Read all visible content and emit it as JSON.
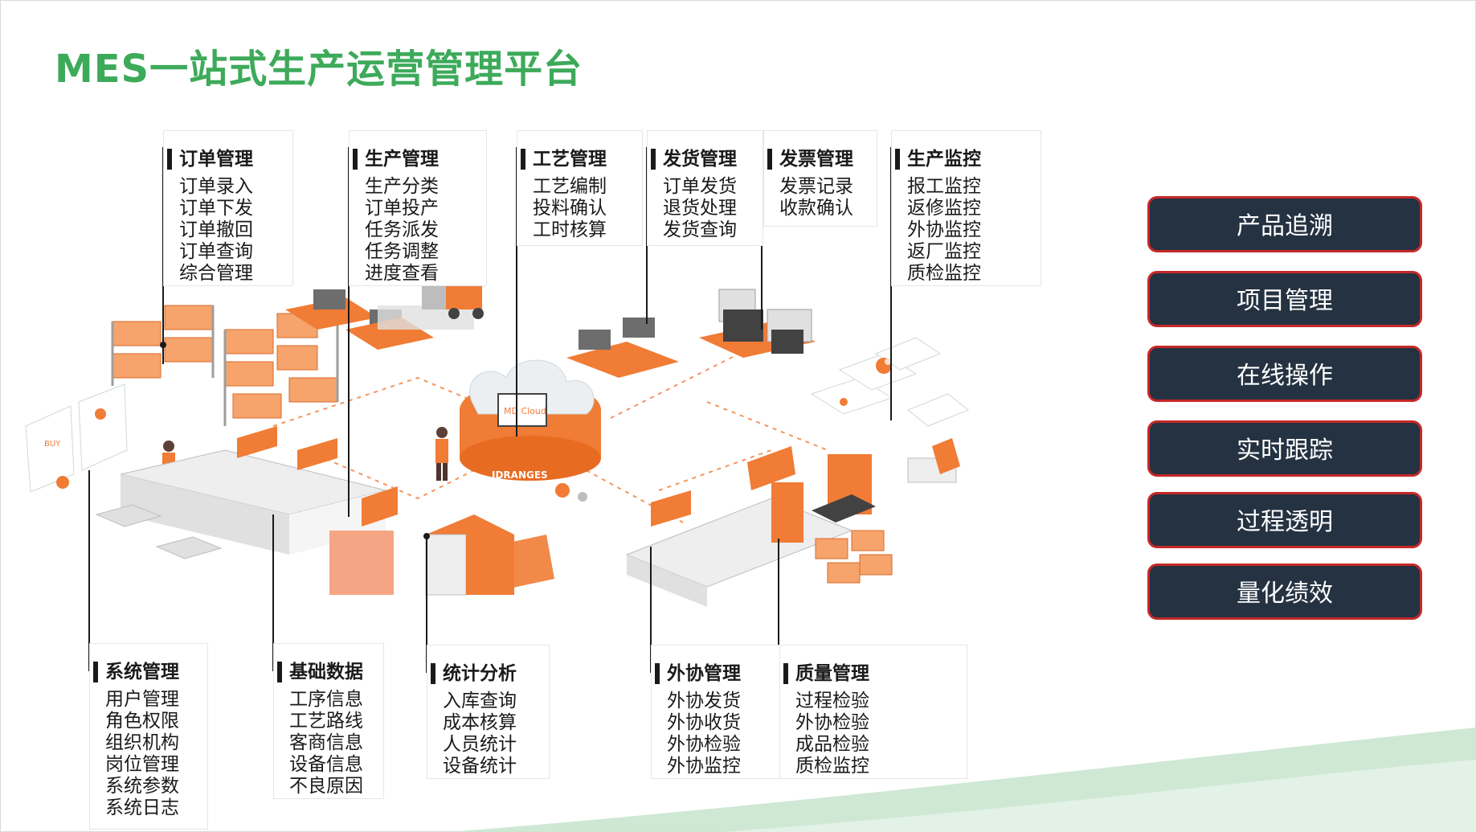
{
  "title": "MES一站式生产运营管理平台",
  "colors": {
    "title": "#3daa5a",
    "accent": "#f07c35",
    "button_bg": "#243241",
    "button_border": "#c62828"
  },
  "top_modules": [
    {
      "title": "订单管理",
      "items": [
        "订单录入",
        "订单下发",
        "订单撤回",
        "订单查询",
        "综合管理"
      ]
    },
    {
      "title": "生产管理",
      "items": [
        "生产分类",
        "订单投产",
        "任务派发",
        "任务调整",
        "进度查看"
      ]
    },
    {
      "title": "工艺管理",
      "items": [
        "工艺编制",
        "投料确认",
        "工时核算"
      ]
    },
    {
      "title": "发货管理",
      "items": [
        "订单发货",
        "退货处理",
        "发货查询"
      ]
    },
    {
      "title": "发票管理",
      "items": [
        "发票记录",
        "收款确认"
      ]
    },
    {
      "title": "生产监控",
      "items": [
        "报工监控",
        "返修监控",
        "外协监控",
        "返厂监控",
        "质检监控"
      ]
    }
  ],
  "bottom_modules": [
    {
      "title": "系统管理",
      "items": [
        "用户管理",
        "角色权限",
        "组织机构",
        "岗位管理",
        "系统参数",
        "系统日志"
      ]
    },
    {
      "title": "基础数据",
      "items": [
        "工序信息",
        "工艺路线",
        "客商信息",
        "设备信息",
        "不良原因"
      ]
    },
    {
      "title": "统计分析",
      "items": [
        "入库查询",
        "成本核算",
        "人员统计",
        "设备统计"
      ]
    },
    {
      "title": "外协管理",
      "items": [
        "外协发货",
        "外协收货",
        "外协检验",
        "外协监控"
      ]
    },
    {
      "title": "质量管理",
      "items": [
        "过程检验",
        "外协检验",
        "成品检验",
        "质检监控"
      ]
    }
  ],
  "features": [
    "产品追溯",
    "项目管理",
    "在线操作",
    "实时跟踪",
    "过程透明",
    "量化绩效"
  ],
  "illustration": {
    "cloud_label": "MD Cloud",
    "brand": "IDRANGES",
    "buy_label": "BUY"
  }
}
